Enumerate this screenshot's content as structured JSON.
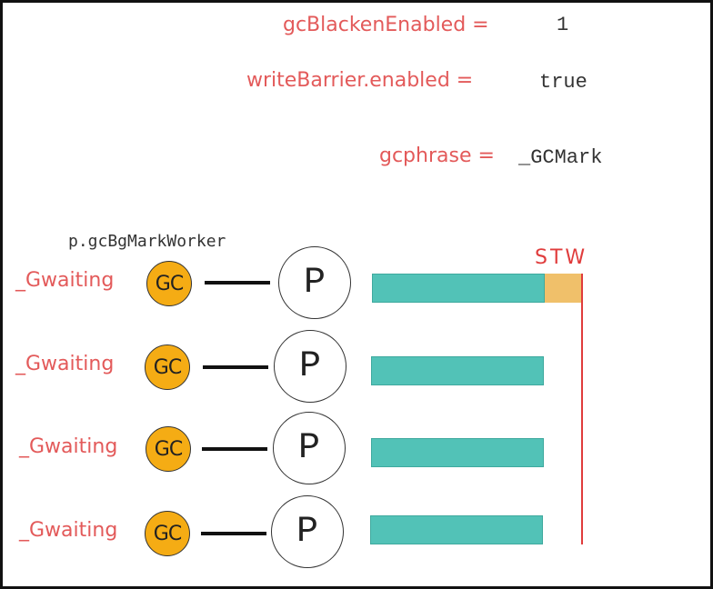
{
  "variables": [
    {
      "name": "gcBlackenEnabled =",
      "value": "1"
    },
    {
      "name": "writeBarrier.enabled =",
      "value": "true"
    },
    {
      "name": "gcphrase =",
      "value": "_GCMark"
    }
  ],
  "worker_label": "p.gcBgMarkWorker",
  "stw_label": "STW",
  "rows": [
    {
      "status": "_Gwaiting",
      "gc_label": "GC",
      "p_label": "P",
      "has_stw": true
    },
    {
      "status": "_Gwaiting",
      "gc_label": "GC",
      "p_label": "P",
      "has_stw": false
    },
    {
      "status": "_Gwaiting",
      "gc_label": "GC",
      "p_label": "P",
      "has_stw": false
    },
    {
      "status": "_Gwaiting",
      "gc_label": "GC",
      "p_label": "P",
      "has_stw": false
    }
  ],
  "colors": {
    "variable_name": "#e35a5a",
    "status_text": "#e35a5a",
    "gc_fill": "#f5ac14",
    "bar_fill": "#52c2b7",
    "stw_fill": "#f0c06a",
    "stw_line": "#e03c3c"
  }
}
